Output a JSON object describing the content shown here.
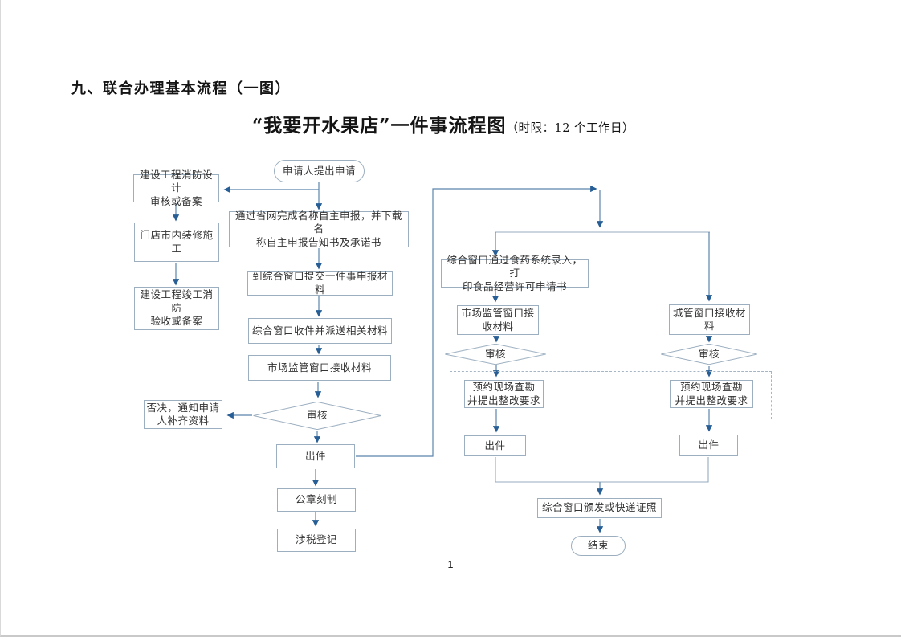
{
  "page": {
    "section_heading": "九、联合办理基本流程（一图）",
    "title": "“我要开水果店”一件事流程图",
    "title_note": "（时限：12 个工作日）",
    "page_number": "1"
  },
  "colors": {
    "box_border": "#9cafc0",
    "flow_line": "#5b85ae",
    "rail_line": "#94abc0",
    "arrow_head": "#275e95",
    "node_text": "#333333",
    "heading_text": "#141414"
  },
  "flowchart": {
    "nodes": {
      "start": {
        "type": "terminator",
        "label": "申请人提出申请"
      },
      "fire_design": {
        "type": "process",
        "label": "建设工程消防设计\n审核或备案"
      },
      "renovation": {
        "type": "process",
        "label": "门店市内装修施工"
      },
      "fire_acceptance": {
        "type": "process",
        "label": "建设工程竣工消防\n验收或备案"
      },
      "name_declare": {
        "type": "process",
        "label": "通过省网完成名称自主申报，并下载名\n称自主申报告知书及承诺书"
      },
      "submit_materials": {
        "type": "process",
        "label": "到综合窗口提交一件事申报材料"
      },
      "receive_dispatch": {
        "type": "process",
        "label": "综合窗口收件并派送相关材料"
      },
      "market_receive_mid": {
        "type": "process",
        "label": "市场监管窗口接收材料"
      },
      "review_mid": {
        "type": "decision",
        "label": "审核"
      },
      "reject_notify": {
        "type": "process",
        "label": "否决，通知申请\n人补齐资料"
      },
      "issue_mid": {
        "type": "process",
        "label": "出件"
      },
      "seal_engraving": {
        "type": "process",
        "label": "公章刻制"
      },
      "tax_registration": {
        "type": "process",
        "label": "涉税登记"
      },
      "food_system_entry": {
        "type": "process",
        "label": "综合窗口通过食药系统录入，打\n印食品经营许可申请书"
      },
      "market_receive_right": {
        "type": "process",
        "label": "市场监管窗口接\n收材料"
      },
      "review_market": {
        "type": "decision",
        "label": "审核"
      },
      "survey_market": {
        "type": "process",
        "label": "预约现场查勘\n并提出整改要求"
      },
      "issue_market": {
        "type": "process",
        "label": "出件"
      },
      "urban_receive": {
        "type": "process",
        "label": "城管窗口接收材\n料"
      },
      "review_urban": {
        "type": "decision",
        "label": "审核"
      },
      "survey_urban": {
        "type": "process",
        "label": "预约现场查勘\n并提出整改要求"
      },
      "issue_urban": {
        "type": "process",
        "label": "出件"
      },
      "issue_license": {
        "type": "process",
        "label": "综合窗口颁发或快递证照"
      },
      "end": {
        "type": "terminator",
        "label": "结束"
      }
    }
  }
}
